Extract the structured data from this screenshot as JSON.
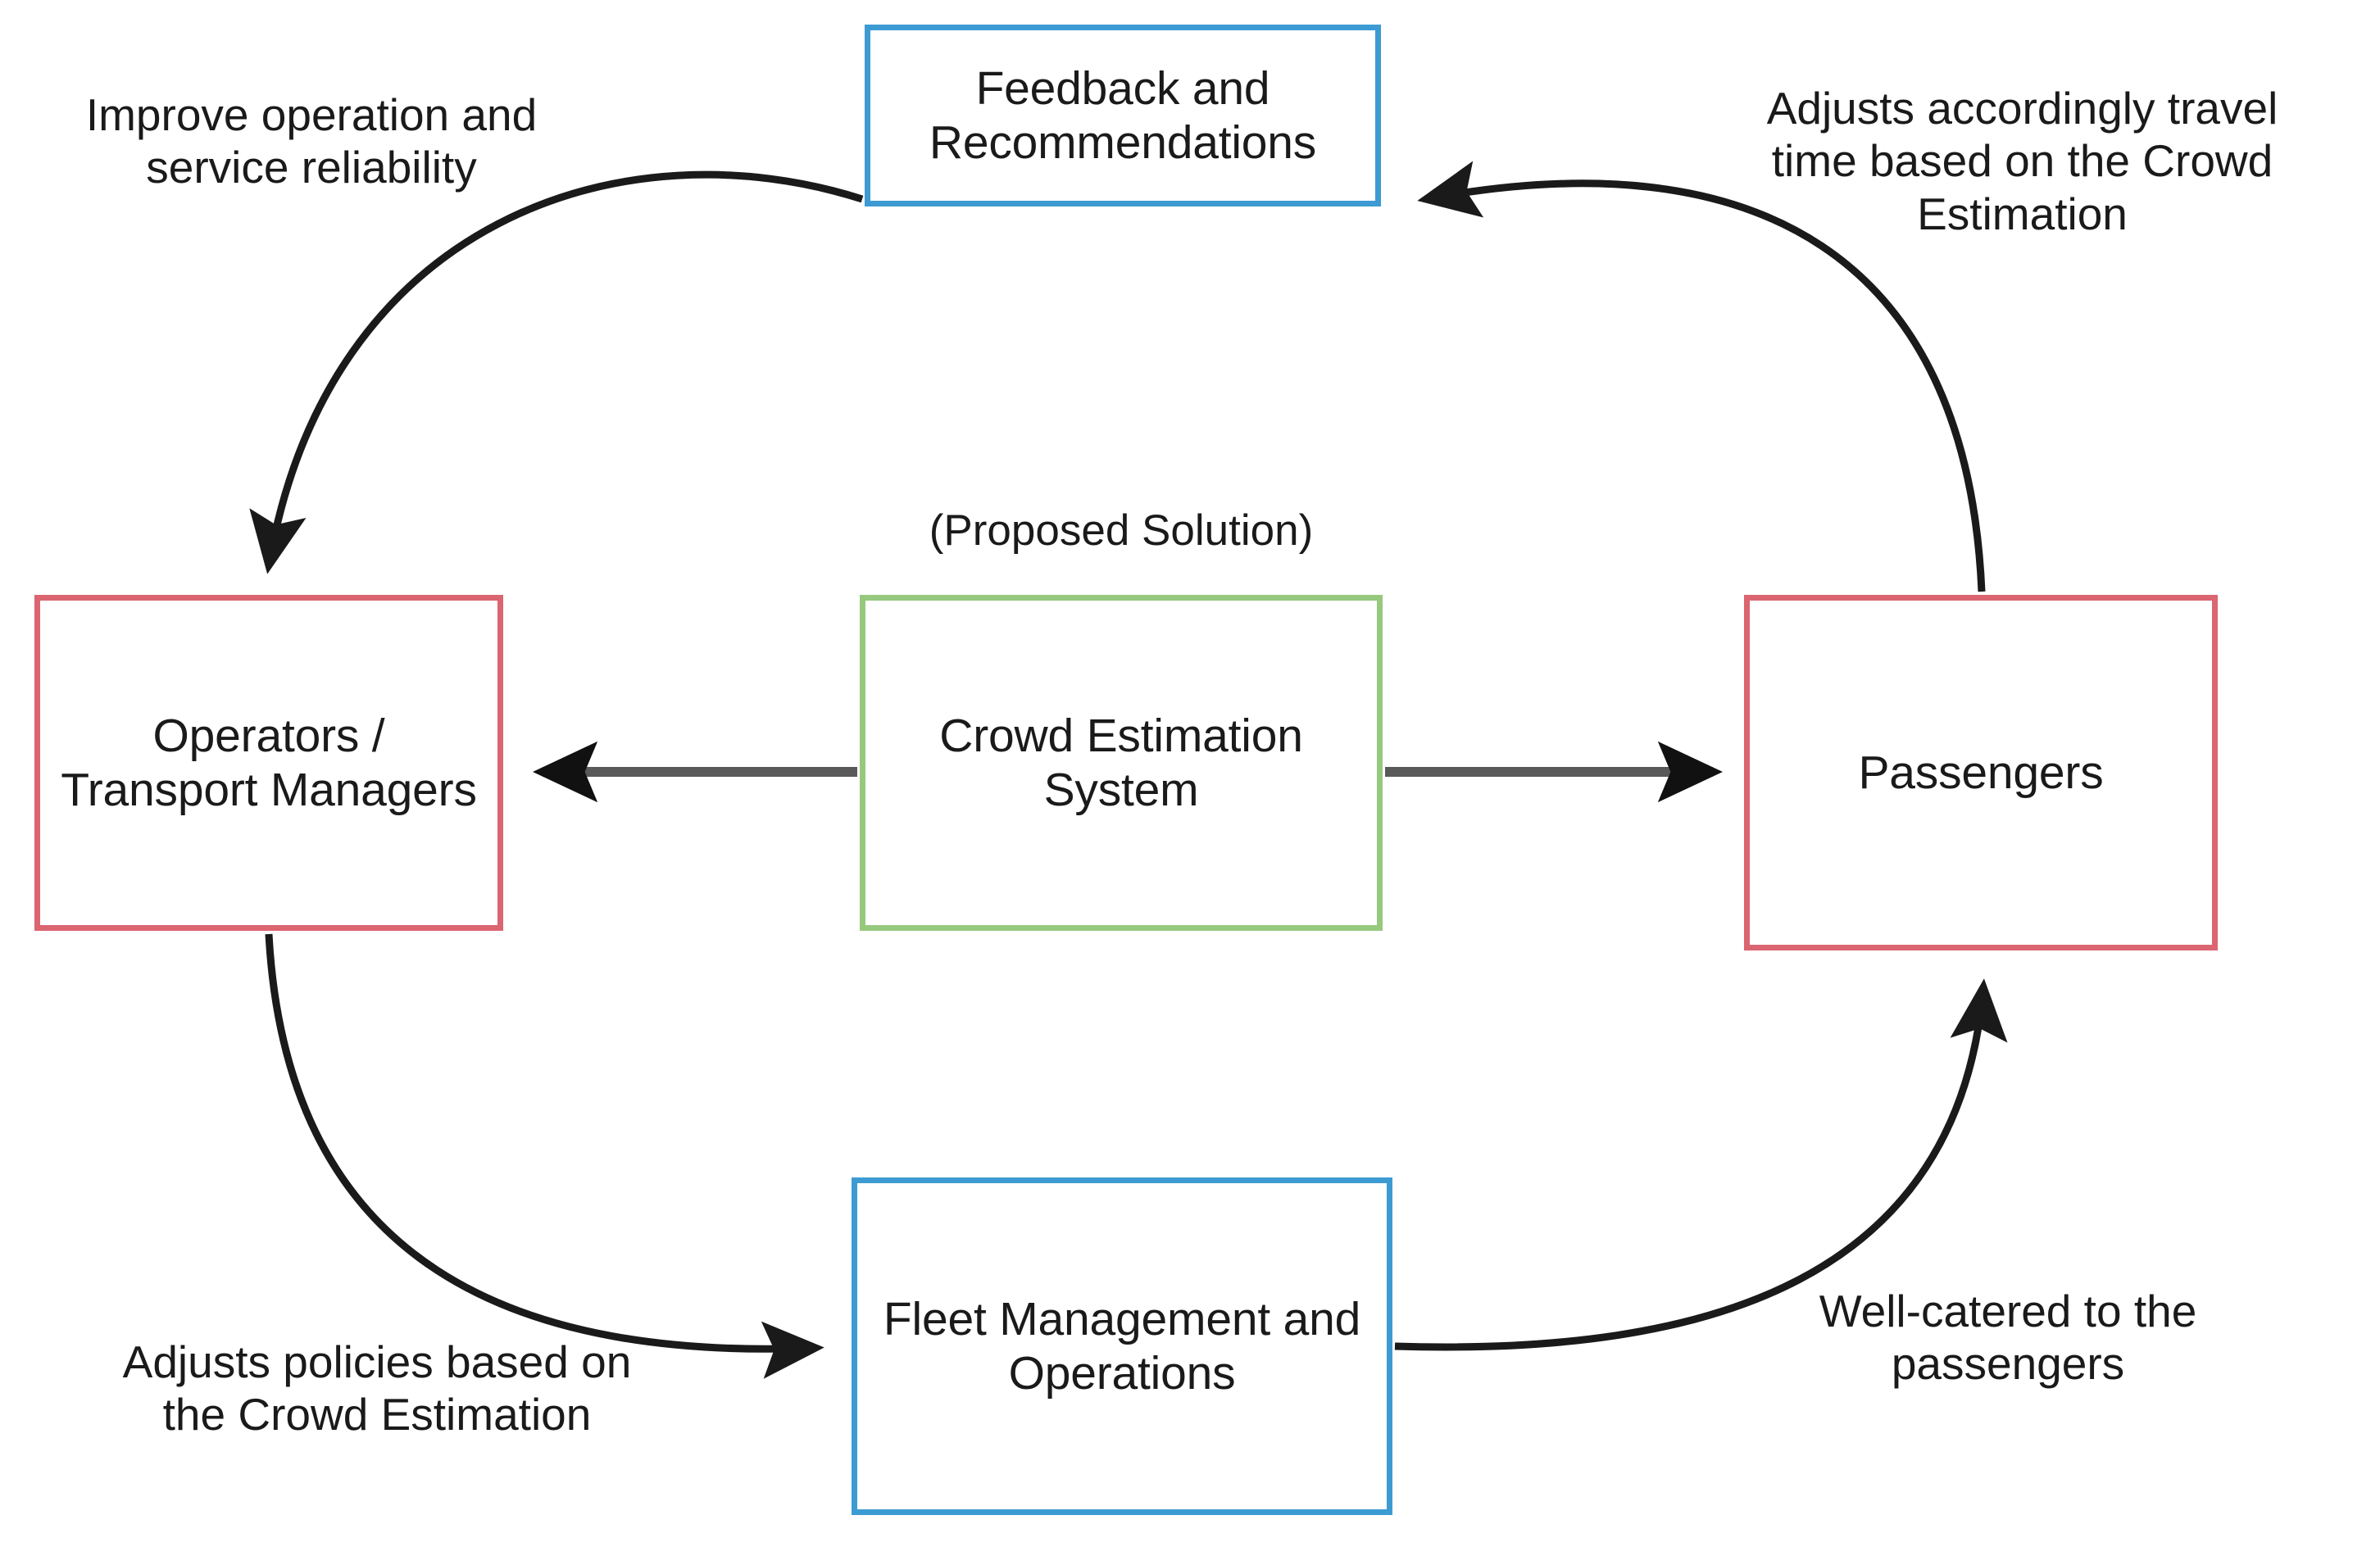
{
  "diagram": {
    "type": "cycle-flow-diagram",
    "background": "#ffffff",
    "colors": {
      "blue_border": "#3D9BD3",
      "red_border": "#DB6570",
      "green_border": "#96C97E",
      "curved_arrow": "#1a1a1a",
      "straight_arrow": "#595959",
      "text": "#1a1a1a"
    },
    "nodes": [
      {
        "id": "feedback",
        "label": "Feedback and\nRecommendations",
        "color": "blue"
      },
      {
        "id": "operators",
        "label": "Operators /\nTransport\nManagers",
        "color": "red"
      },
      {
        "id": "system",
        "label": "Crowd Estimation\nSystem",
        "color": "green"
      },
      {
        "id": "passengers",
        "label": "Passengers",
        "color": "red"
      },
      {
        "id": "fleet",
        "label": "Fleet Management\nand Operations",
        "color": "blue"
      }
    ],
    "captions": {
      "proposed_solution": "(Proposed Solution)"
    },
    "edge_labels": {
      "improve": "Improve operation and\nservice reliability",
      "adjust_travel": "Adjusts accordingly travel\ntime based on the Crowd\nEstimation",
      "adjust_policies": "Adjusts policies based on\nthe Crowd Estimation",
      "well_catered": "Well-catered to the\npassengers"
    },
    "edges": [
      {
        "id": "feedback-to-operators",
        "from": "feedback",
        "to": "operators",
        "style": "curved",
        "label": "improve"
      },
      {
        "id": "passengers-to-feedback",
        "from": "passengers",
        "to": "feedback",
        "style": "curved",
        "label": "adjust_travel"
      },
      {
        "id": "operators-to-fleet",
        "from": "operators",
        "to": "fleet",
        "style": "curved",
        "label": "adjust_policies"
      },
      {
        "id": "fleet-to-passengers",
        "from": "fleet",
        "to": "passengers",
        "style": "curved",
        "label": "well_catered"
      },
      {
        "id": "system-to-operators",
        "from": "system",
        "to": "operators",
        "style": "straight",
        "label": ""
      },
      {
        "id": "system-to-passengers",
        "from": "system",
        "to": "passengers",
        "style": "straight",
        "label": ""
      }
    ]
  }
}
